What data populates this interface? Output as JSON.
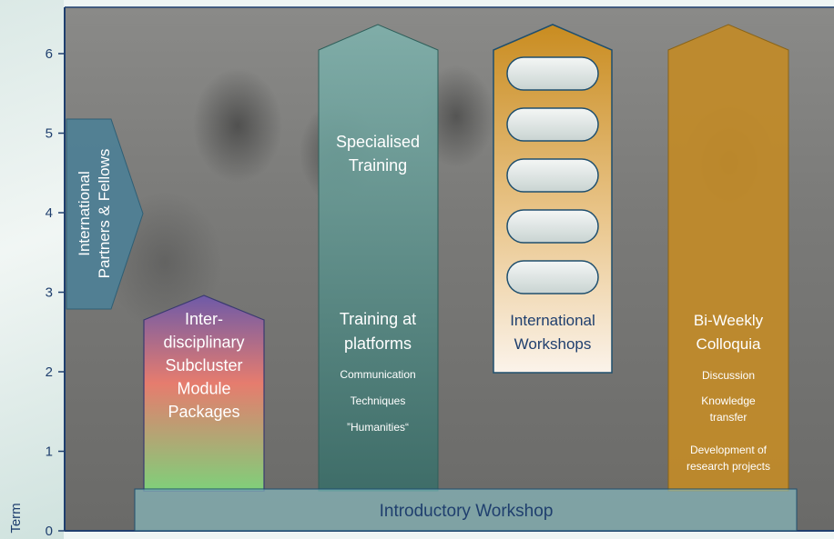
{
  "axis": {
    "label": "Term",
    "ticks": [
      "0",
      "1",
      "2",
      "3",
      "4",
      "5",
      "6"
    ]
  },
  "blocks": {
    "partners": {
      "line1": "International",
      "line2": "Partners & Fellows"
    },
    "subcluster": {
      "lines": [
        "Inter-",
        "disciplinary",
        "Subcluster",
        "Module",
        "Packages"
      ]
    },
    "training": {
      "title_lines": [
        "Specialised",
        "Training"
      ],
      "platform_lines": [
        "Training at",
        "platforms"
      ],
      "items": [
        "Communication",
        "Techniques",
        "”Humanities“"
      ]
    },
    "workshops": {
      "lines": [
        "International",
        "Workshops"
      ],
      "pill_count": 5
    },
    "colloquia": {
      "lines": [
        "Bi-Weekly",
        "Colloquia"
      ],
      "items": [
        "Discussion",
        "Knowledge",
        "transfer",
        "Development of",
        "research projects"
      ]
    },
    "intro": {
      "label": "Introductory Workshop"
    }
  },
  "colors": {
    "axis": "#1f3f6e",
    "partners": "#4f7f95",
    "training_top": "#74a6a2",
    "training_bottom": "#3e6f6a",
    "workshops_border": "#1f4f6e",
    "workshops_top": "#c98f24",
    "colloquia": "#c08a2a",
    "intro": "#8fd0d5"
  }
}
